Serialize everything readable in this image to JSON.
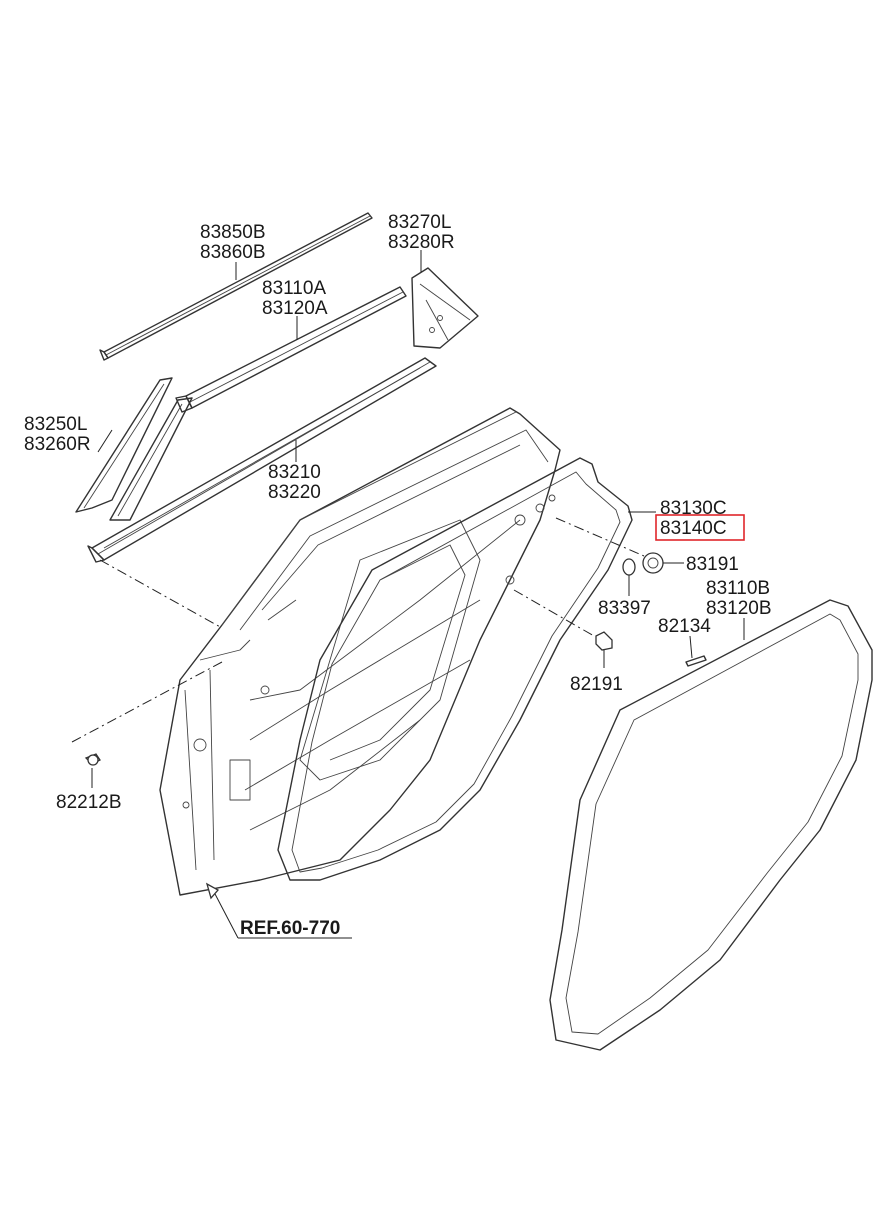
{
  "labels": {
    "p83850b": "83850B",
    "p83860b": "83860B",
    "p83270l": "83270L",
    "p83280r": "83280R",
    "p83110a": "83110A",
    "p83120a": "83120A",
    "p83250l": "83250L",
    "p83260r": "83260R",
    "p83210": "83210",
    "p83220": "83220",
    "p83130c": "83130C",
    "p83140c": "83140C",
    "p83191": "83191",
    "p83397": "83397",
    "p83110b": "83110B",
    "p83120b": "83120B",
    "p82134": "82134",
    "p82191": "82191",
    "p82212b": "82212B",
    "ref": "REF.60-770"
  },
  "highlight": {
    "part": "83140C",
    "color": "#e0262b"
  }
}
